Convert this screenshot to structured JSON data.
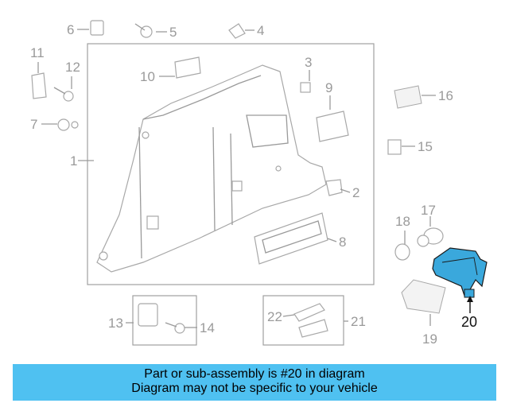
{
  "callouts": [
    "1",
    "2",
    "3",
    "4",
    "5",
    "6",
    "7",
    "8",
    "9",
    "10",
    "11",
    "12",
    "13",
    "14",
    "15",
    "16",
    "17",
    "18",
    "19",
    "20",
    "21",
    "22"
  ],
  "highlighted_part": "20",
  "colors": {
    "highlight_part": "#3aa8dc",
    "banner_background": "#4fc1f1",
    "line_art": "#a8a8a8"
  },
  "banner": {
    "line1": "Part or sub-assembly is #20 in diagram",
    "line2": "Diagram may not be specific to your vehicle"
  }
}
